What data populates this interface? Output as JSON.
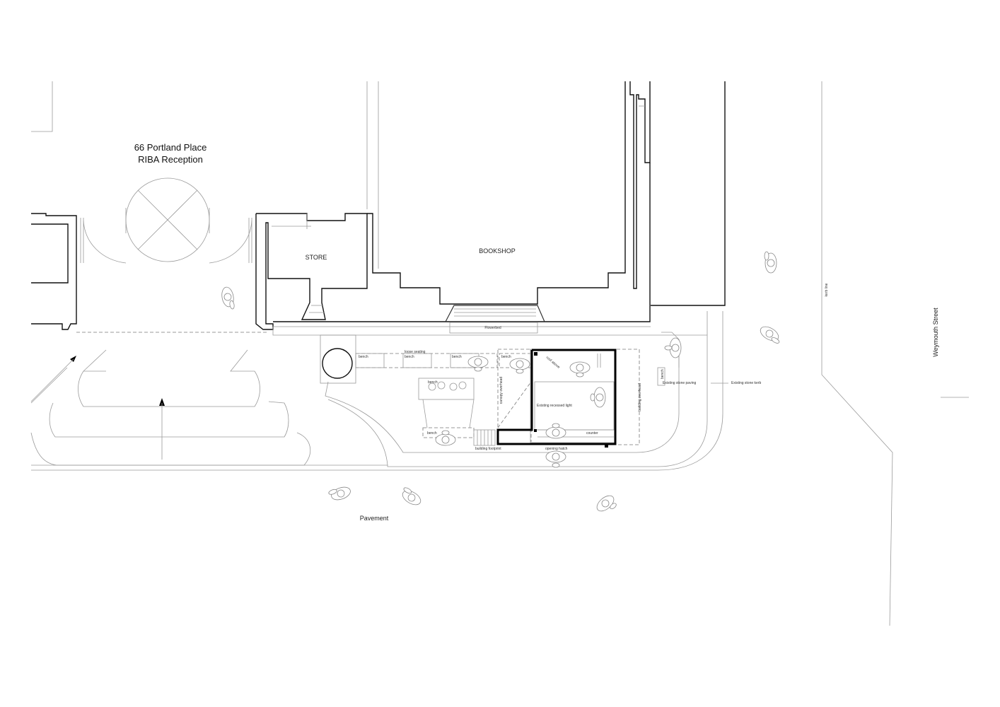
{
  "labels": {
    "building_name": "66 Portland Place",
    "building_sub": "RIBA Reception",
    "store": "STORE",
    "bookshop": "BOOKSHOP",
    "flowerbed": "Flowerbed",
    "pavement": "Pavement",
    "weymouth_street": "Weymouth Street",
    "kerb_line": "kerb line",
    "loose_seating": "loose seating",
    "bench": "bench",
    "canopy_overhead": "canopy overhead",
    "roof_above": "roof above",
    "existing_recessed_light": "Existing recessed light",
    "counter": "counter",
    "building_footprint": "building footprint",
    "opening_hatch": "opening hatch",
    "building_overhead": "building overhead",
    "existing_stone_paving": "Existing stone paving",
    "existing_stone_kerb": "Existing stone kerb"
  }
}
